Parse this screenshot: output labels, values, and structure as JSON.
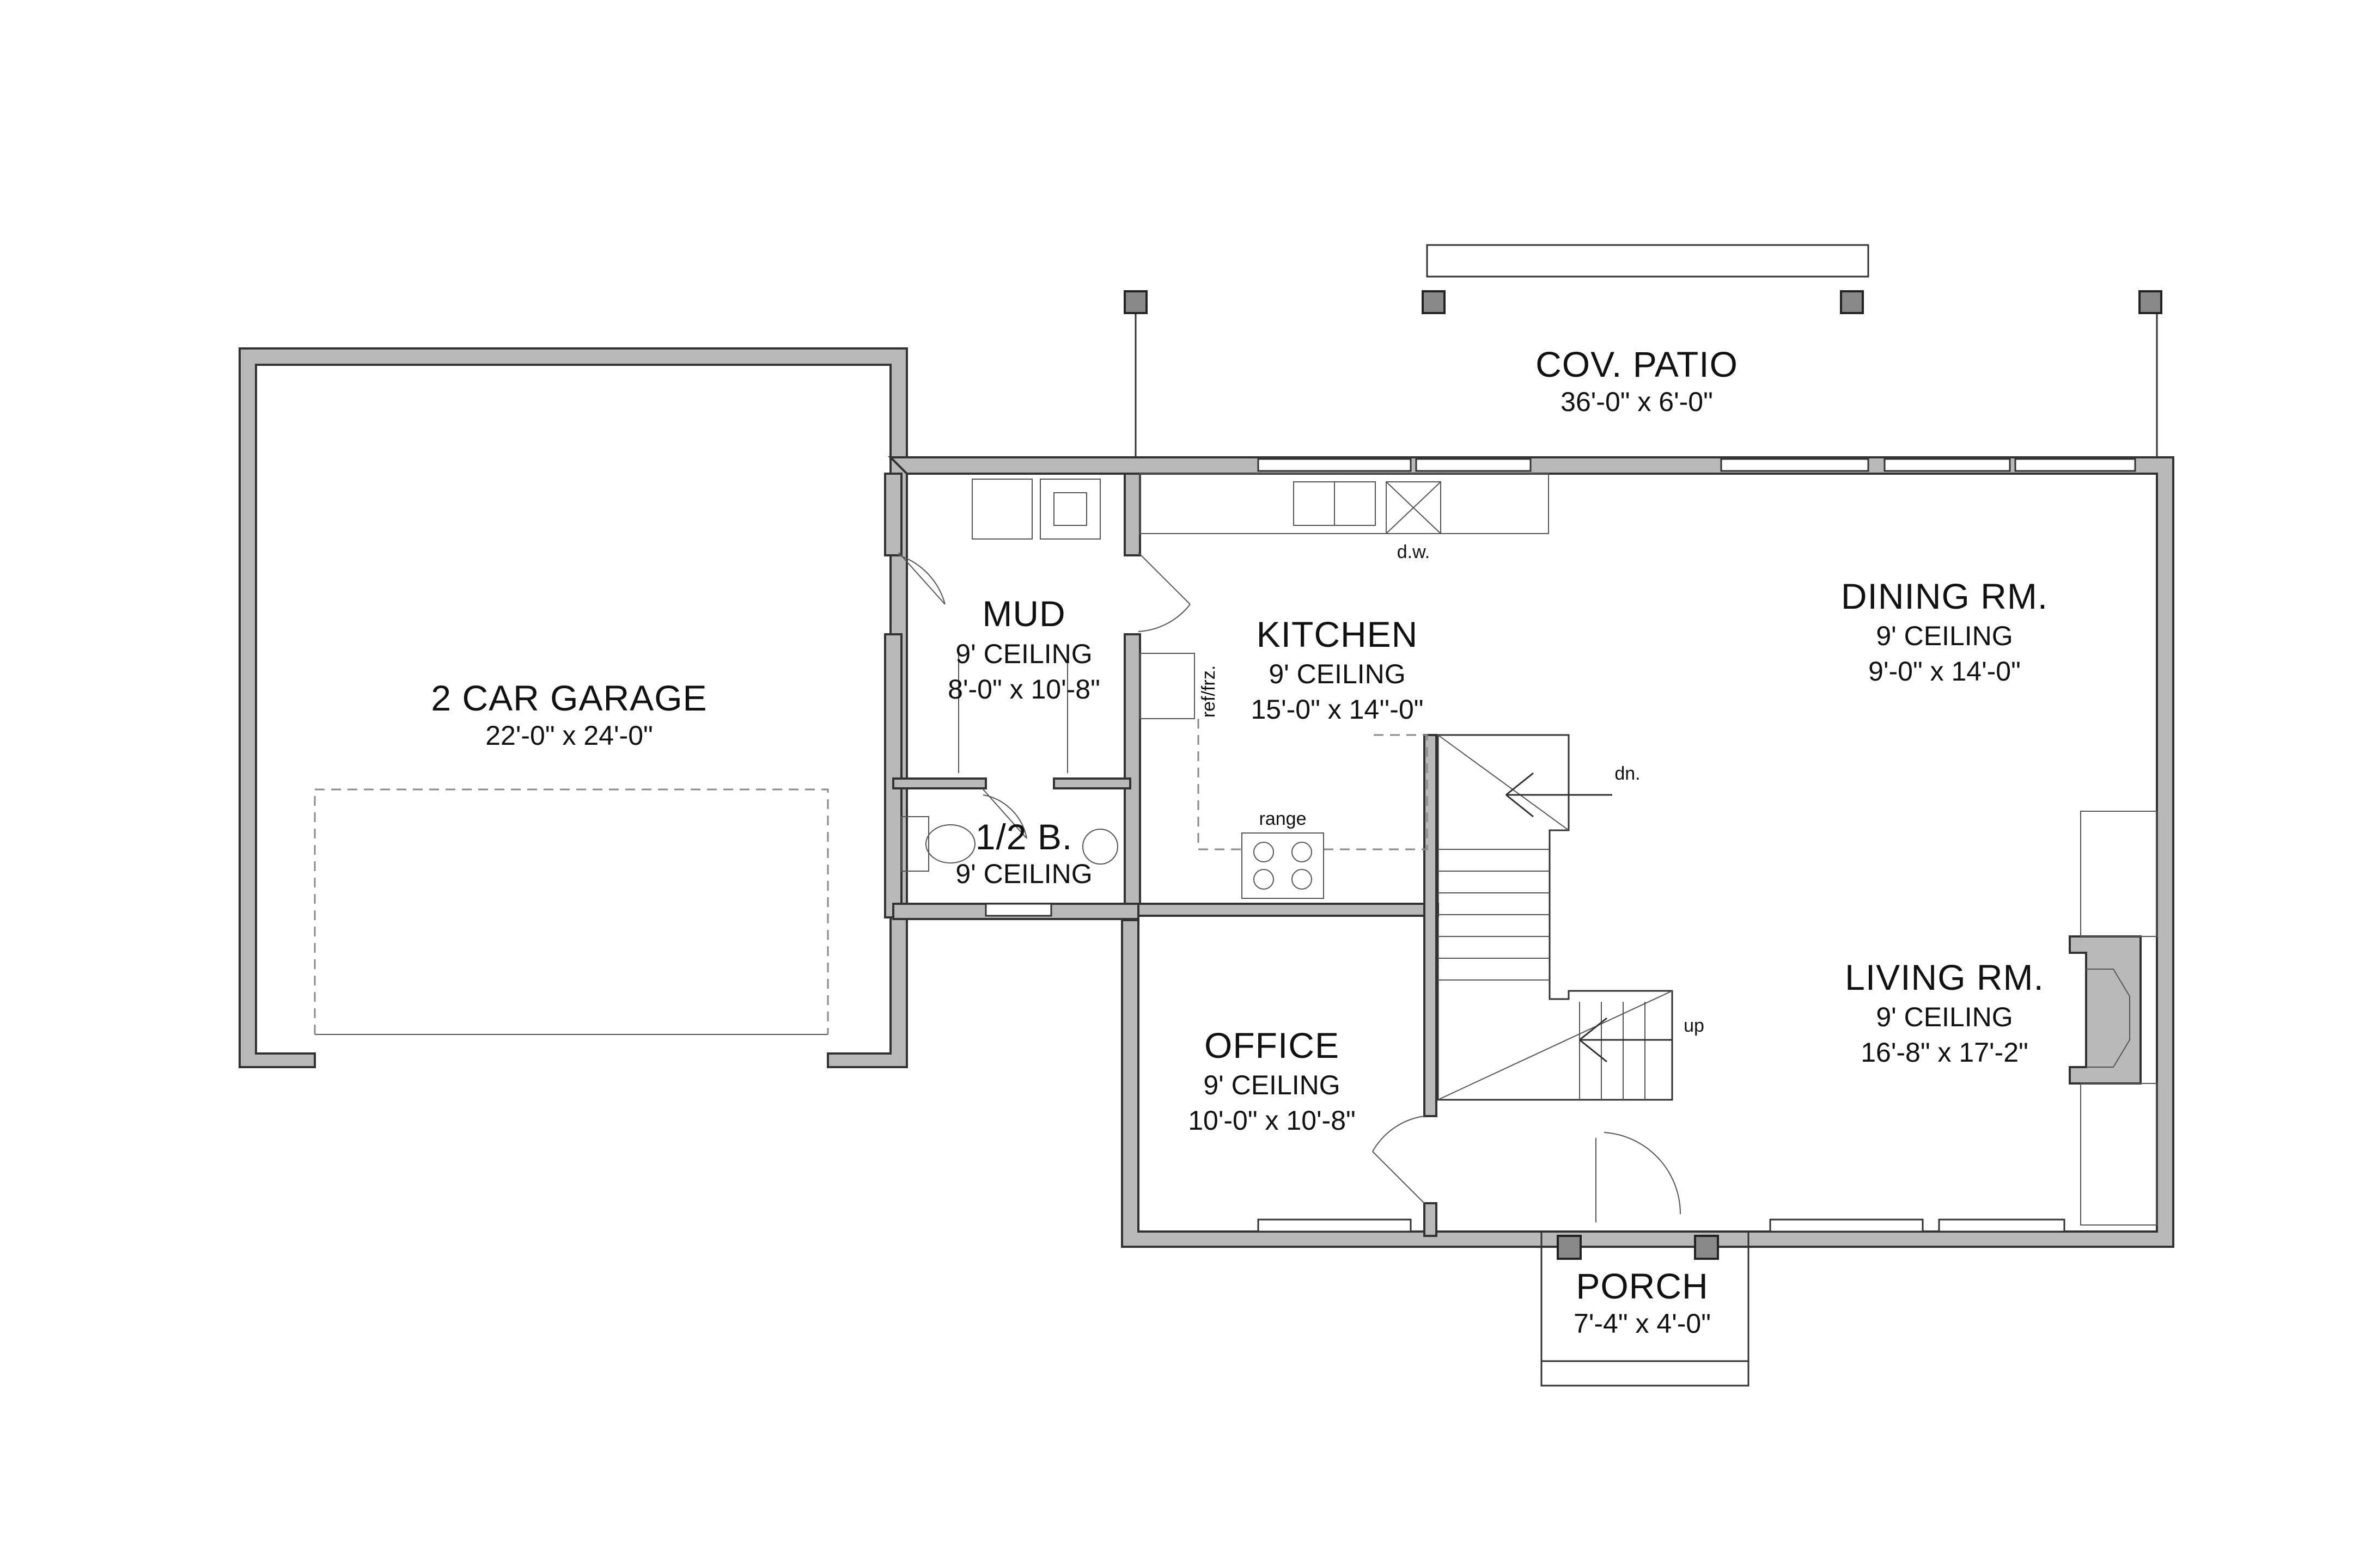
{
  "rooms": {
    "cov_patio": {
      "name": "COV. PATIO",
      "size": "36'-0\" x 6'-0\""
    },
    "garage": {
      "name": "2 CAR GARAGE",
      "size": "22'-0\" x 24'-0\""
    },
    "mud": {
      "name": "MUD",
      "ceiling": "9' CEILING",
      "size": "8'-0\" x 10'-8\""
    },
    "half_bath": {
      "name": "1/2 B.",
      "ceiling": "9' CEILING"
    },
    "kitchen": {
      "name": "KITCHEN",
      "ceiling": "9' CEILING",
      "size": "15'-0\" x 14''-0\""
    },
    "dining": {
      "name": "DINING RM.",
      "ceiling": "9' CEILING",
      "size": "9'-0\" x 14'-0\""
    },
    "living": {
      "name": "LIVING RM.",
      "ceiling": "9' CEILING",
      "size": "16'-8\" x 17'-2\""
    },
    "office": {
      "name": "OFFICE",
      "ceiling": "9' CEILING",
      "size": "10'-0\" x 10'-8\""
    },
    "porch": {
      "name": "PORCH",
      "size": "7'-4\" x 4'-0\""
    }
  },
  "fixtures": {
    "dishwasher": "d.w.",
    "refrigerator": "ref/frz.",
    "range": "range",
    "stairs_down": "dn.",
    "stairs_up": "up"
  },
  "colors": {
    "wall_fill": "#b9b9b9",
    "line": "#333333",
    "background": "#ffffff"
  }
}
